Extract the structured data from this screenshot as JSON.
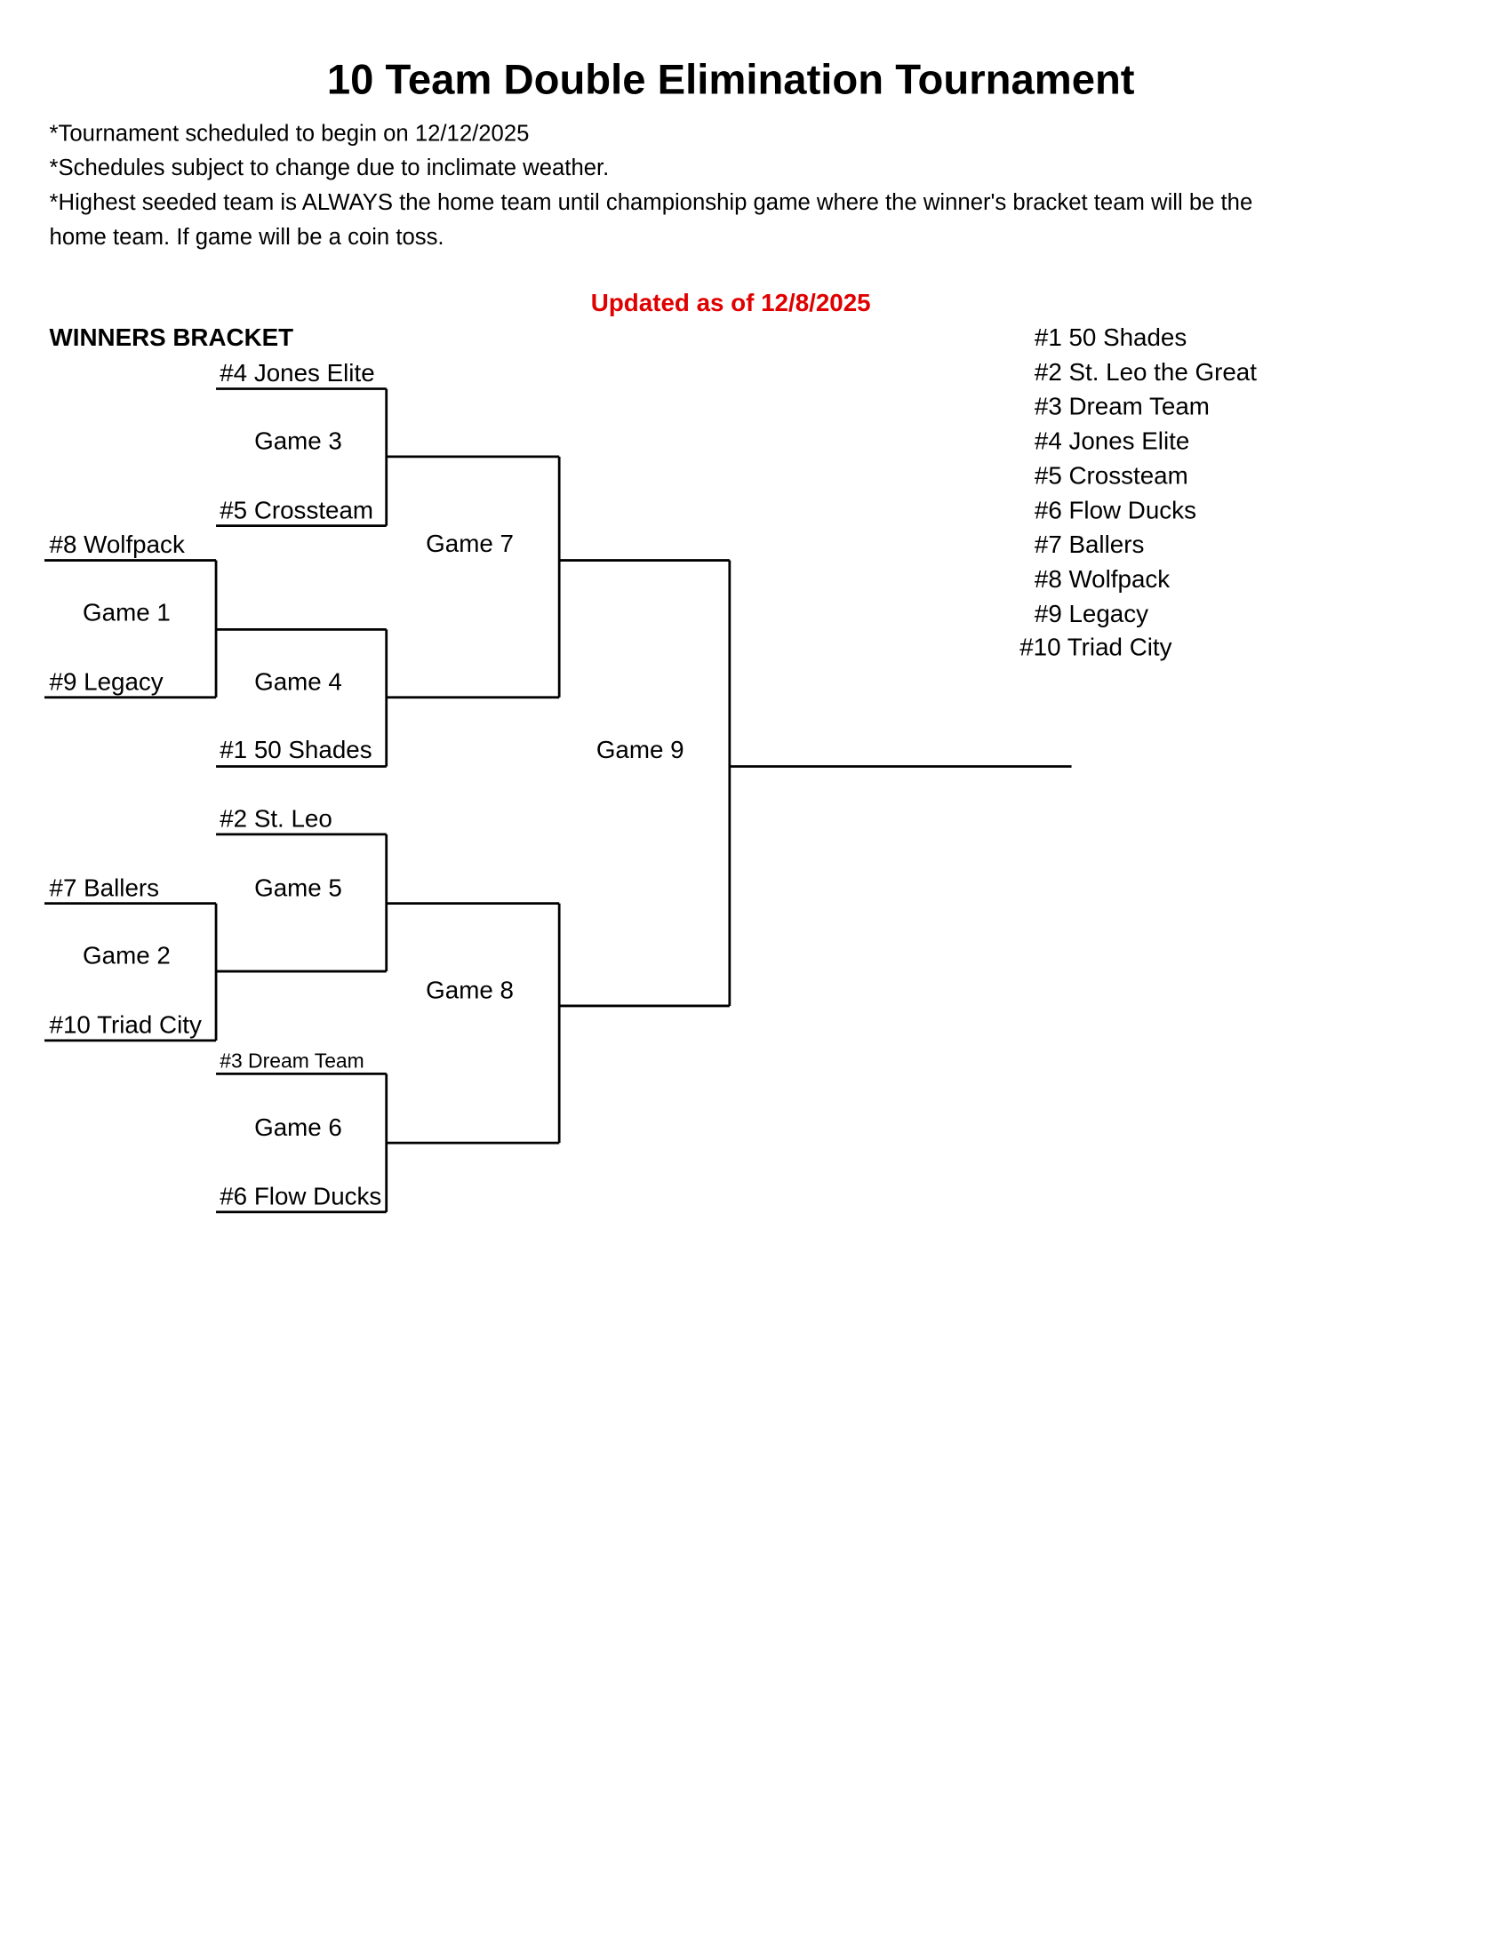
{
  "title": "10 Team Double Elimination Tournament",
  "notes": [
    "*Tournament scheduled to begin on 12/12/2025",
    "*Schedules subject to change due to inclimate weather.",
    "*Highest seeded team is ALWAYS the home team until championship game where the winner's bracket team will be the",
    " home team.  If game will be a coin toss."
  ],
  "updated": "Updated as of 12/8/2025",
  "bracket_title": "WINNERS BRACKET",
  "bracket": {
    "game1": {
      "label": "Game 1",
      "top": "#8 Wolfpack",
      "bottom": "#9 Legacy"
    },
    "game2": {
      "label": "Game 2",
      "top": "#7 Ballers",
      "bottom": "#10 Triad City"
    },
    "game3": {
      "label": "Game 3",
      "top": "#4 Jones Elite",
      "bottom": "#5 Crossteam"
    },
    "game4": {
      "label": "Game 4",
      "bottom": "#1 50 Shades"
    },
    "game5": {
      "label": "Game 5",
      "top": "#2 St. Leo"
    },
    "game6": {
      "label": "Game 6",
      "top": "#3 Dream Team",
      "bottom": "#6 Flow Ducks"
    },
    "game7": {
      "label": "Game 7"
    },
    "game8": {
      "label": "Game 8"
    },
    "game9": {
      "label": "Game 9"
    }
  },
  "seeds": [
    "#1  50 Shades",
    "#2  St. Leo the Great",
    "#3  Dream Team",
    "#4  Jones Elite",
    "#5  Crossteam",
    "#6  Flow Ducks",
    "#7  Ballers",
    "#8  Wolfpack",
    "#9  Legacy",
    "#10  Triad City"
  ]
}
